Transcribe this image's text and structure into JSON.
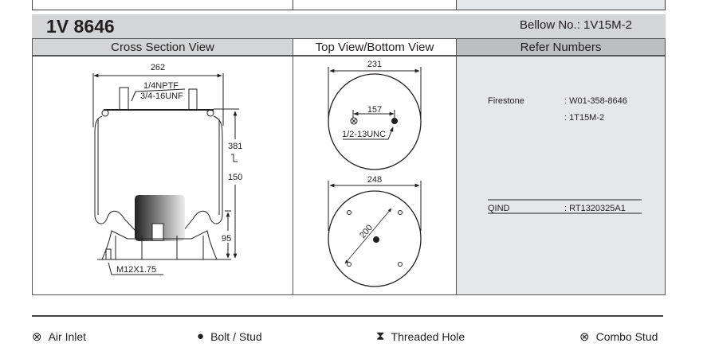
{
  "header": {
    "model": "1V 8646",
    "bellow_label": "Bellow No.:",
    "bellow_no": "1V15M-2"
  },
  "columns": [
    "Cross Section View",
    "Top View/Bottom View",
    "Refer Numbers"
  ],
  "cross_section": {
    "width": "262",
    "thread1": "1/4NPTF",
    "thread2": "3/4-16UNF",
    "max_height": "381",
    "min_height": "150",
    "piston_height": "95",
    "bottom_thread": "M12X1.75"
  },
  "top_view": {
    "diameter": "231",
    "spacing": "157",
    "thread": "1/2-13UNC"
  },
  "bottom_view": {
    "diameter": "248",
    "bolt_circle": "200"
  },
  "refer": [
    {
      "brand": "Firestone",
      "number": ": W01-358-8646"
    },
    {
      "brand": "",
      "number": ": 1T15M-2"
    },
    {
      "brand": "QIND",
      "number": ": RT1320325A1"
    }
  ],
  "legend": [
    {
      "icon": "air-inlet",
      "label": "Air Inlet"
    },
    {
      "icon": "bolt-stud",
      "label": "Bolt / Stud"
    },
    {
      "icon": "threaded-hole",
      "label": "Threaded Hole"
    },
    {
      "icon": "combo-stud",
      "label": "Combo Stud"
    }
  ]
}
